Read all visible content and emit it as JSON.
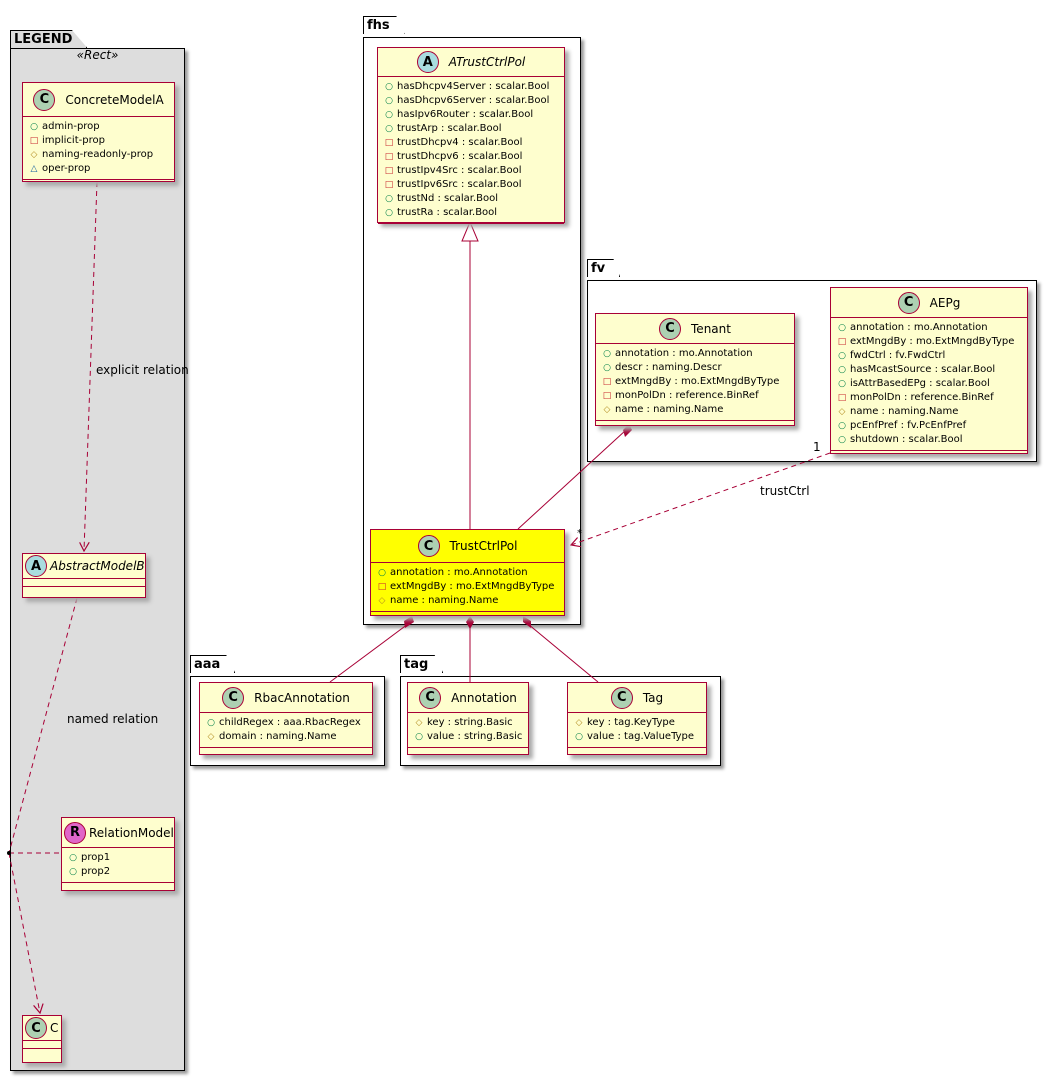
{
  "packages": {
    "legend": {
      "name": "LEGEND",
      "stereotype": "«Rect»"
    },
    "fhs": {
      "name": "fhs"
    },
    "fv": {
      "name": "fv"
    },
    "aaa": {
      "name": "aaa"
    },
    "tag": {
      "name": "tag"
    }
  },
  "colors": {
    "border": "#a80036",
    "class_bg": "#fefece",
    "highlight_bg": "#ffff00",
    "legend_bg": "#dddddd",
    "class_badge": "#add1b2",
    "abstract_badge": "#a9dcdf",
    "relation_badge": "#e066c8"
  },
  "classes": [
    {
      "id": "ConcreteModelA",
      "name": "ConcreteModelA",
      "kind": "C",
      "props": [
        {
          "vis": "public",
          "text": "admin-prop"
        },
        {
          "vis": "private",
          "text": "implicit-prop"
        },
        {
          "vis": "protected",
          "text": "naming-readonly-prop"
        },
        {
          "vis": "oper",
          "text": "oper-prop"
        }
      ]
    },
    {
      "id": "AbstractModelB",
      "name": "AbstractModelB",
      "kind": "A",
      "props": []
    },
    {
      "id": "RelationModel",
      "name": "RelationModel",
      "kind": "R",
      "props": [
        {
          "vis": "public",
          "text": "prop1"
        },
        {
          "vis": "public",
          "text": "prop2"
        }
      ]
    },
    {
      "id": "C",
      "name": "C",
      "kind": "C",
      "props": []
    },
    {
      "id": "ATrustCtrlPol",
      "name": "ATrustCtrlPol",
      "kind": "A",
      "props": [
        {
          "vis": "public",
          "text": "hasDhcpv4Server : scalar.Bool"
        },
        {
          "vis": "public",
          "text": "hasDhcpv6Server : scalar.Bool"
        },
        {
          "vis": "public",
          "text": "hasIpv6Router : scalar.Bool"
        },
        {
          "vis": "public",
          "text": "trustArp : scalar.Bool"
        },
        {
          "vis": "private",
          "text": "trustDhcpv4 : scalar.Bool"
        },
        {
          "vis": "private",
          "text": "trustDhcpv6 : scalar.Bool"
        },
        {
          "vis": "private",
          "text": "trustIpv4Src : scalar.Bool"
        },
        {
          "vis": "private",
          "text": "trustIpv6Src : scalar.Bool"
        },
        {
          "vis": "public",
          "text": "trustNd : scalar.Bool"
        },
        {
          "vis": "public",
          "text": "trustRa : scalar.Bool"
        }
      ]
    },
    {
      "id": "TrustCtrlPol",
      "name": "TrustCtrlPol",
      "kind": "C",
      "highlight": true,
      "props": [
        {
          "vis": "public",
          "text": "annotation : mo.Annotation"
        },
        {
          "vis": "private",
          "text": "extMngdBy : mo.ExtMngdByType"
        },
        {
          "vis": "protected",
          "text": "name : naming.Name"
        }
      ]
    },
    {
      "id": "Tenant",
      "name": "Tenant",
      "kind": "C",
      "props": [
        {
          "vis": "public",
          "text": "annotation : mo.Annotation"
        },
        {
          "vis": "public",
          "text": "descr : naming.Descr"
        },
        {
          "vis": "private",
          "text": "extMngdBy : mo.ExtMngdByType"
        },
        {
          "vis": "private",
          "text": "monPolDn : reference.BinRef"
        },
        {
          "vis": "protected",
          "text": "name : naming.Name"
        }
      ]
    },
    {
      "id": "AEPg",
      "name": "AEPg",
      "kind": "C",
      "props": [
        {
          "vis": "public",
          "text": "annotation : mo.Annotation"
        },
        {
          "vis": "private",
          "text": "extMngdBy : mo.ExtMngdByType"
        },
        {
          "vis": "public",
          "text": "fwdCtrl : fv.FwdCtrl"
        },
        {
          "vis": "public",
          "text": "hasMcastSource : scalar.Bool"
        },
        {
          "vis": "public",
          "text": "isAttrBasedEPg : scalar.Bool"
        },
        {
          "vis": "private",
          "text": "monPolDn : reference.BinRef"
        },
        {
          "vis": "protected",
          "text": "name : naming.Name"
        },
        {
          "vis": "public",
          "text": "pcEnfPref : fv.PcEnfPref"
        },
        {
          "vis": "public",
          "text": "shutdown : scalar.Bool"
        }
      ]
    },
    {
      "id": "RbacAnnotation",
      "name": "RbacAnnotation",
      "kind": "C",
      "props": [
        {
          "vis": "public",
          "text": "childRegex : aaa.RbacRegex"
        },
        {
          "vis": "protected",
          "text": "domain : naming.Name"
        }
      ]
    },
    {
      "id": "Annotation",
      "name": "Annotation",
      "kind": "C",
      "props": [
        {
          "vis": "protected",
          "text": "key : string.Basic"
        },
        {
          "vis": "public",
          "text": "value : string.Basic"
        }
      ]
    },
    {
      "id": "Tag",
      "name": "Tag",
      "kind": "C",
      "props": [
        {
          "vis": "protected",
          "text": "key : tag.KeyType"
        },
        {
          "vis": "public",
          "text": "value : tag.ValueType"
        }
      ]
    }
  ],
  "relations": {
    "explicit": "explicit relation",
    "named": "named relation",
    "trustCtrl": "trustCtrl",
    "mult_one": "1",
    "mult_many": "*"
  }
}
